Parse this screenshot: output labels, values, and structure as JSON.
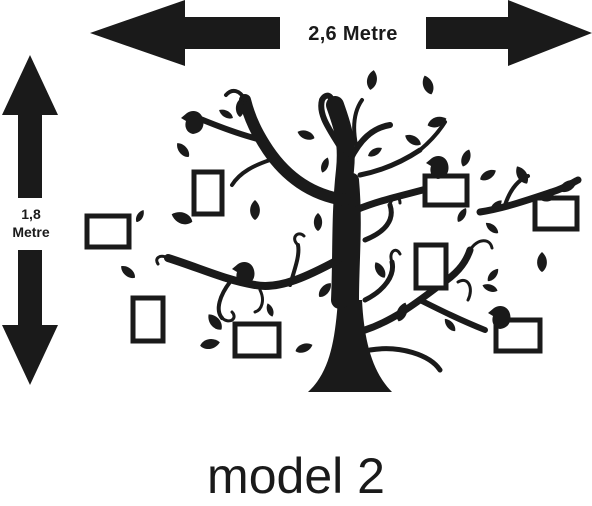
{
  "dimensions": {
    "width_label": "2,6 Metre",
    "height_value": "1,8",
    "height_unit": "Metre"
  },
  "caption": "model 2",
  "colors": {
    "ink": "#1a1a1a",
    "background": "#ffffff"
  },
  "icons": [
    "double-arrow-horizontal",
    "double-arrow-vertical",
    "tree-silhouette",
    "bird",
    "leaf",
    "photo-frame"
  ]
}
